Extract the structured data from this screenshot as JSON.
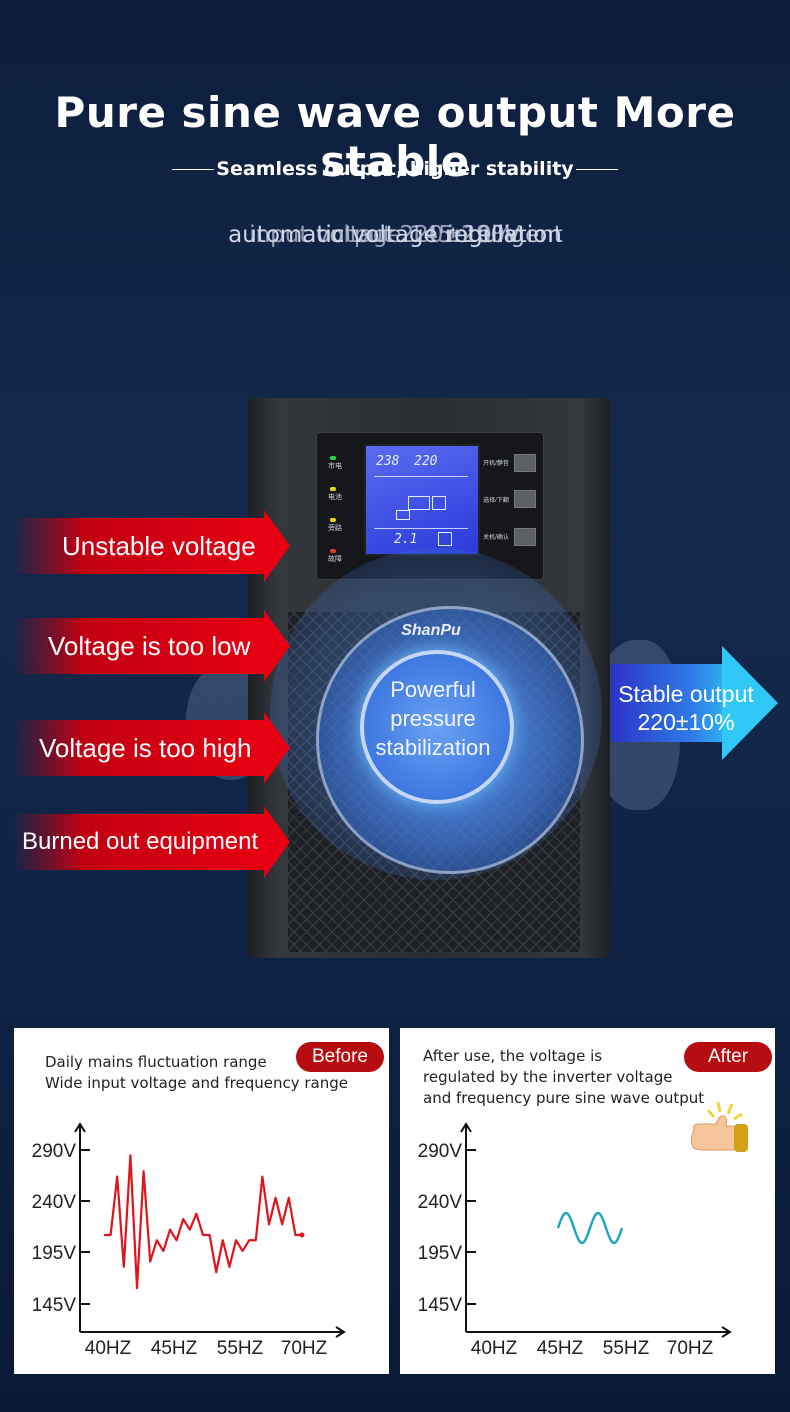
{
  "header": {
    "title": "Pure sine wave output More stable",
    "subtitle": "Seamless output, higher stability",
    "overlapping_caption_fragments": [
      "automatic voltage regulation",
      "intelligent",
      "input voltage 145-290V",
      "output 220±10%"
    ]
  },
  "device": {
    "brand": "ShanPu",
    "lcd_values": {
      "input": "238",
      "output": "220",
      "bottom": "2.1"
    },
    "led_labels": [
      "市电",
      "电池",
      "旁路",
      "故障"
    ],
    "button_labels": [
      "开机/静音",
      "选择/下翻",
      "关机/确认"
    ],
    "center_text": [
      "Powerful",
      "pressure",
      "stabilization"
    ]
  },
  "problems": [
    "Unstable voltage",
    "Voltage is too low",
    "Voltage is too high",
    "Burned out equipment"
  ],
  "output_arrow": {
    "line1": "Stable output",
    "line2": "220±10%"
  },
  "before_chart": {
    "badge": "Before",
    "desc_line1": "Daily mains fluctuation range",
    "desc_line2": "Wide input voltage and frequency range"
  },
  "after_chart": {
    "badge": "After",
    "desc_line1": "After use, the voltage is",
    "desc_line2": "regulated by the inverter voltage",
    "desc_line3": "and frequency pure sine wave output"
  },
  "chart_data": [
    {
      "type": "line",
      "title": "",
      "y_ticks": [
        "290V",
        "240V",
        "195V",
        "145V"
      ],
      "x_ticks": [
        "40HZ",
        "45HZ",
        "55HZ",
        "70HZ"
      ],
      "series": [
        {
          "values": [
            210,
            210,
            265,
            180,
            285,
            160,
            270,
            185,
            205,
            195,
            215,
            205,
            225,
            215,
            230,
            210,
            210,
            175,
            205,
            180,
            205,
            195,
            205,
            205,
            265,
            220,
            245,
            220,
            245,
            210,
            210
          ]
        }
      ],
      "ylim": [
        145,
        290
      ],
      "color": "#e0141b"
    },
    {
      "type": "line",
      "title": "",
      "y_ticks": [
        "290V",
        "240V",
        "195V",
        "145V"
      ],
      "x_ticks": [
        "40HZ",
        "45HZ",
        "55HZ",
        "70HZ"
      ],
      "series": [
        {
          "values": "sine"
        }
      ],
      "ylim": [
        145,
        290
      ],
      "color": "#1aa6c4"
    }
  ],
  "colors": {
    "red": "#e60012",
    "badge_red": "#b70c10",
    "blue_arrow": "#30c8f6",
    "background": "#13294c"
  }
}
